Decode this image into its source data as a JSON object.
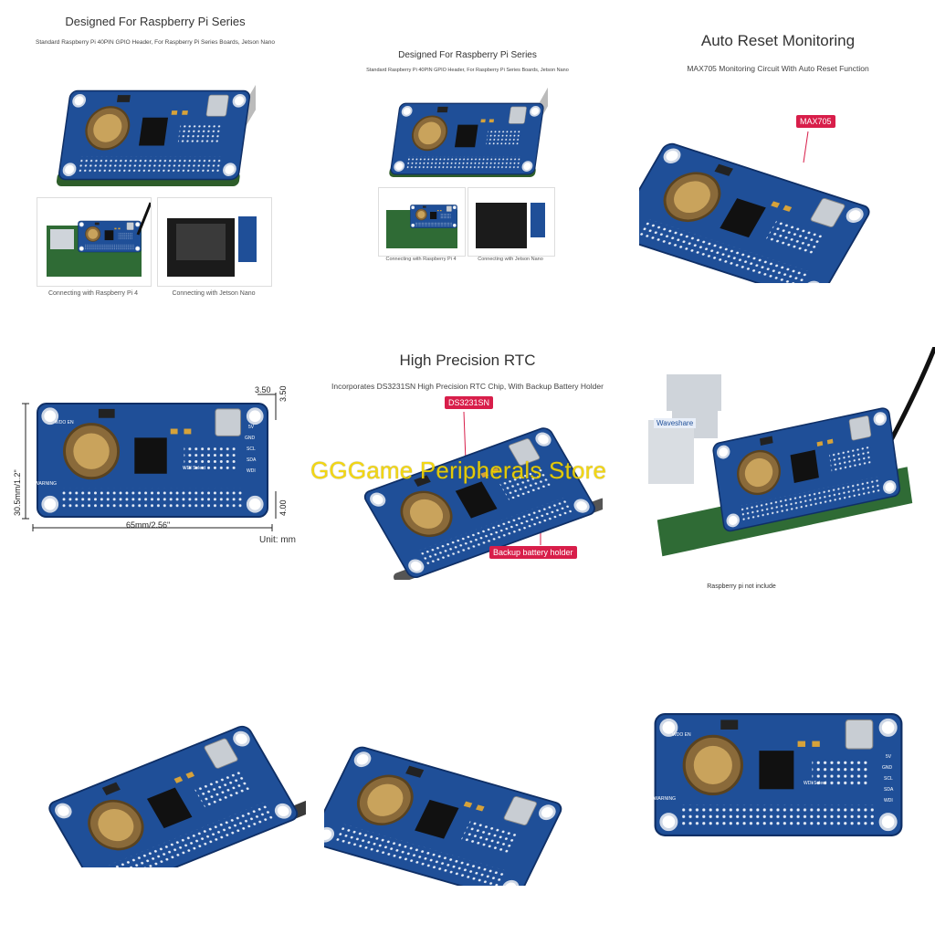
{
  "watermark": "GGGame Peripherals Store",
  "tile1": {
    "title": "Designed For Raspberry Pi Series",
    "subtitle": "Standard Raspberry Pi 40PIN GPIO Header, For Raspberry Pi Series Boards, Jetson Nano",
    "caption_left": "Connecting with Raspberry Pi 4",
    "caption_right": "Connecting with Jetson Nano"
  },
  "tile2": {
    "title": "Designed For Raspberry Pi Series",
    "subtitle": "Standard Raspberry Pi 40PIN GPIO Header, For Raspberry Pi Series Boards, Jetson Nano",
    "caption_left": "Connecting with Raspberry Pi 4",
    "caption_right": "Connecting with Jetson Nano"
  },
  "tile3": {
    "title": "Auto Reset Monitoring",
    "subtitle": "MAX705 Monitoring Circuit With Auto Reset Function",
    "tag": "MAX705"
  },
  "tile4": {
    "dim_top": "3.50",
    "dim_side": "3.50",
    "dim_height": "30.5mm/1.2\"",
    "dim_width": "65mm/2.56\"",
    "dim_bottom": "4.00",
    "unit": "Unit: mm",
    "board_labels": [
      "WDO EN",
      "WARNING",
      "WDI Select",
      "5V",
      "GND",
      "SCL",
      "SDA",
      "WDI"
    ]
  },
  "tile5": {
    "title": "High Precision RTC",
    "subtitle": "Incorporates DS3231SN High Precision RTC Chip, With Backup Battery Holder",
    "tag1": "DS3231SN",
    "tag2": "Backup battery holder"
  },
  "tile6": {
    "caption": "Raspberry pi not include",
    "brand": "Waveshare"
  },
  "tile9": {
    "board_labels": [
      "WDO EN",
      "WARNING",
      "WDI Select",
      "5V",
      "GND",
      "SCL",
      "SDA",
      "WDI"
    ]
  },
  "colors": {
    "board": "#1f4f98",
    "accent_tag": "#d81e4a",
    "watermark": "#f2d400"
  }
}
